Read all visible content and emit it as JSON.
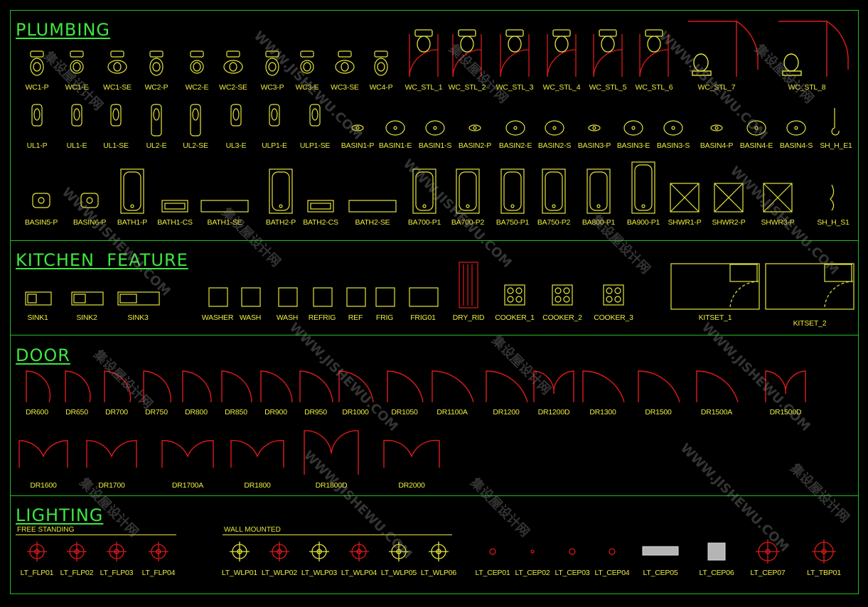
{
  "sections": {
    "plumbing": "PLUMBING",
    "kitchen": "KITCHEN  FEATURE",
    "door": "DOOR",
    "lighting": "LIGHTING"
  },
  "lighting_subheads": {
    "free": "FREE STANDING",
    "wall": "WALL MOUNTED"
  },
  "plumbing_row1": [
    "WC1-P",
    "WC1-E",
    "WC1-SE",
    "WC2-P",
    "WC2-E",
    "WC2-SE",
    "WC3-P",
    "WC3-E",
    "WC3-SE",
    "WC4-P",
    "WC_STL_1",
    "WC_STL_2",
    "WC_STL_3",
    "WC_STL_4",
    "WC_STL_5",
    "WC_STL_6",
    "WC_STL_7",
    "WC_STL_8"
  ],
  "plumbing_row2": [
    "UL1-P",
    "UL1-E",
    "UL1-SE",
    "UL2-E",
    "UL2-SE",
    "UL3-E",
    "ULP1-E",
    "ULP1-SE",
    "BASIN1-P",
    "BASIN1-E",
    "BASIN1-S",
    "BASIN2-P",
    "BASIN2-E",
    "BASIN2-S",
    "BASIN3-P",
    "BASIN3-E",
    "BASIN3-S",
    "BASIN4-P",
    "BASIN4-E",
    "BASIN4-S",
    "SH_H_E1"
  ],
  "plumbing_row3": [
    "BASIN5-P",
    "BASIN6-P",
    "BATH1-P",
    "BATH1-CS",
    "BATH1-SE",
    "BATH2-P",
    "BATH2-CS",
    "BATH2-SE",
    "BA700-P1",
    "BA700-P2",
    "BA750-P1",
    "BA750-P2",
    "BA800-P1",
    "BA900-P1",
    "SHWR1-P",
    "SHWR2-P",
    "SHWR3-P",
    "SH_H_S1"
  ],
  "kitchen_items": [
    "SINK1",
    "SINK2",
    "SINK3",
    "WASHER",
    "WASH",
    "WASH",
    "REFRIG",
    "REF",
    "FRIG",
    "FRIG01",
    "DRY_RID",
    "COOKER_1",
    "COOKER_2",
    "COOKER_3",
    "KITSET_1",
    "KITSET_2"
  ],
  "door_row1": [
    "DR600",
    "DR650",
    "DR700",
    "DR750",
    "DR800",
    "DR850",
    "DR900",
    "DR950",
    "DR1000",
    "DR1050",
    "DR1100A",
    "DR1200",
    "DR1200D",
    "DR1300",
    "DR1500",
    "DR1500A",
    "DR1500D"
  ],
  "door_row2": [
    "DR1600",
    "DR1700",
    "DR1700A",
    "DR1800",
    "DR1800D",
    "DR2000"
  ],
  "lighting_items": [
    "LT_FLP01",
    "LT_FLP02",
    "LT_FLP03",
    "LT_FLP04",
    "LT_WLP01",
    "LT_WLP02",
    "LT_WLP03",
    "LT_WLP04",
    "LT_WLP05",
    "LT_WLP06",
    "LT_CEP01",
    "LT_CEP02",
    "LT_CEP03",
    "LT_CEP04",
    "LT_CEP05",
    "LT_CEP06",
    "LT_CEP07",
    "LT_TBP01"
  ],
  "watermark_cn": "集设屋设计网",
  "watermark_en": "WWW.JISHEWU.COM",
  "colors": {
    "frame": "#1fbf1f",
    "title": "#3ee63e",
    "symbol_yellow": "#e6e63a",
    "symbol_red": "#e01a1a",
    "background": "#000000"
  }
}
